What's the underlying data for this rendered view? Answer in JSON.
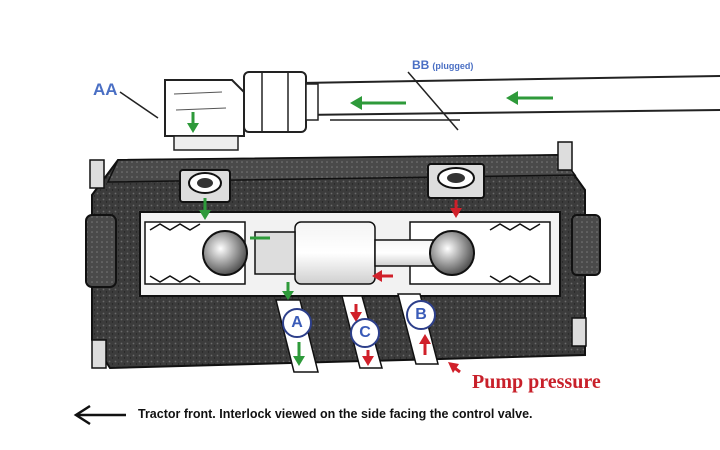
{
  "labels": {
    "aa": "AA",
    "bb": "BB",
    "bb_note": "(plugged)",
    "port_a": "A",
    "port_b": "B",
    "port_c": "C",
    "pump": "Pump pressure",
    "caption": "Tractor front. Interlock viewed on the side facing the control valve."
  },
  "colors": {
    "label_blue": "#4a6fc4",
    "flow_green": "#2e9a3a",
    "pressure_red": "#d0202a",
    "body_dark": "#333333"
  }
}
